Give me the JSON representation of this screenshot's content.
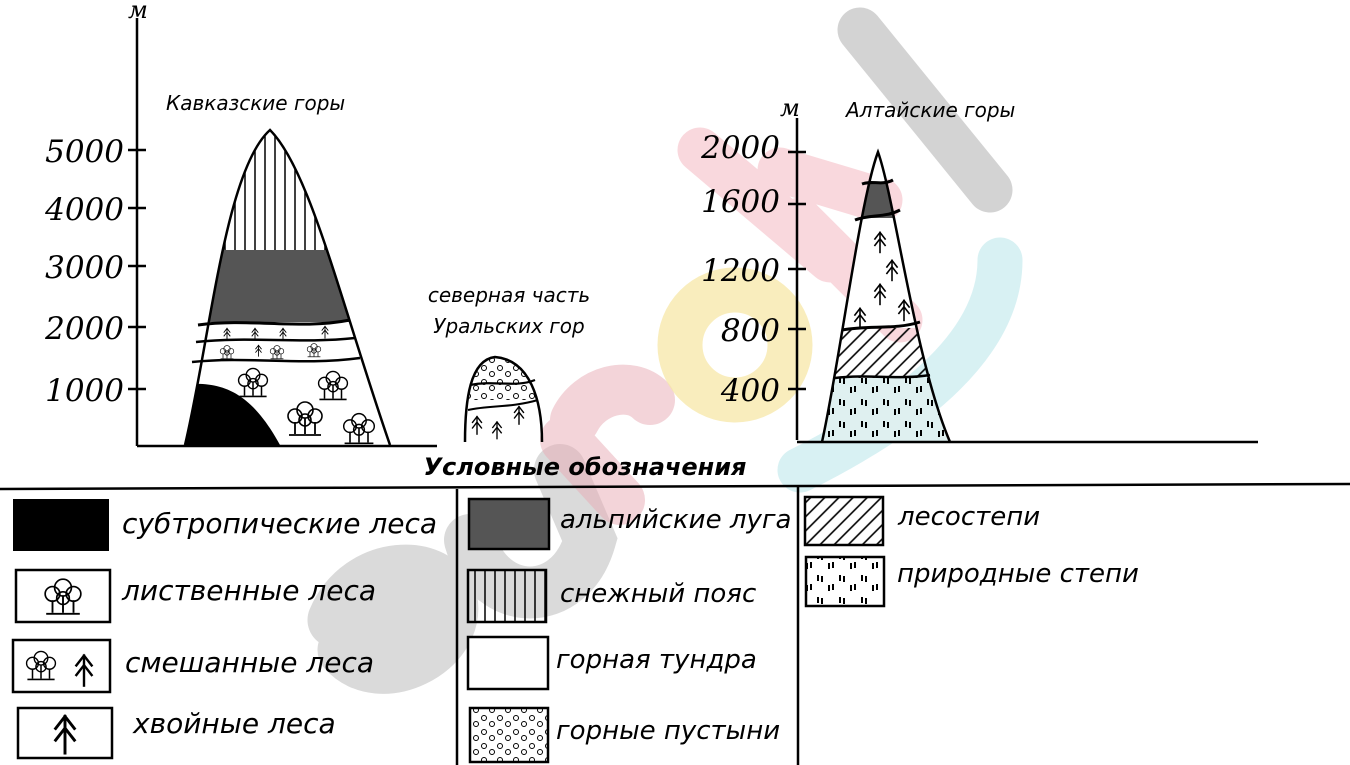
{
  "axis_unit_left": "м",
  "axis_unit_right": "м",
  "caucasus": {
    "title": "Кавказские горы",
    "ticks": [
      "5000",
      "4000",
      "3000",
      "2000",
      "1000"
    ]
  },
  "urals": {
    "title_line1": "северная часть",
    "title_line2": "Уральских гор"
  },
  "altai": {
    "title": "Алтайские горы",
    "ticks": [
      "2000",
      "1600",
      "1200",
      "800",
      "400"
    ]
  },
  "legend": {
    "title": "Условные обозначения",
    "subtropical": "субтропические леса",
    "deciduous": "лиственные леса",
    "mixed": "смешанные леса",
    "coniferous": "хвойные леса",
    "alpine": "альпийские луга",
    "snow": "снежный пояс",
    "tundra": "горная тундра",
    "desert": "горные пустыни",
    "forest_steppe": "лесостепи",
    "steppe": "природные степи"
  },
  "watermark": "euroki",
  "colors": {
    "ink": "#000000",
    "alpine_fill": "#555555",
    "steppe_fill": "#dff0f0",
    "wm_grey": "#d0d0d0",
    "wm_red": "#f7c9cf",
    "wm_yellow": "#fbefb8",
    "wm_cyan": "#cdeef0"
  }
}
